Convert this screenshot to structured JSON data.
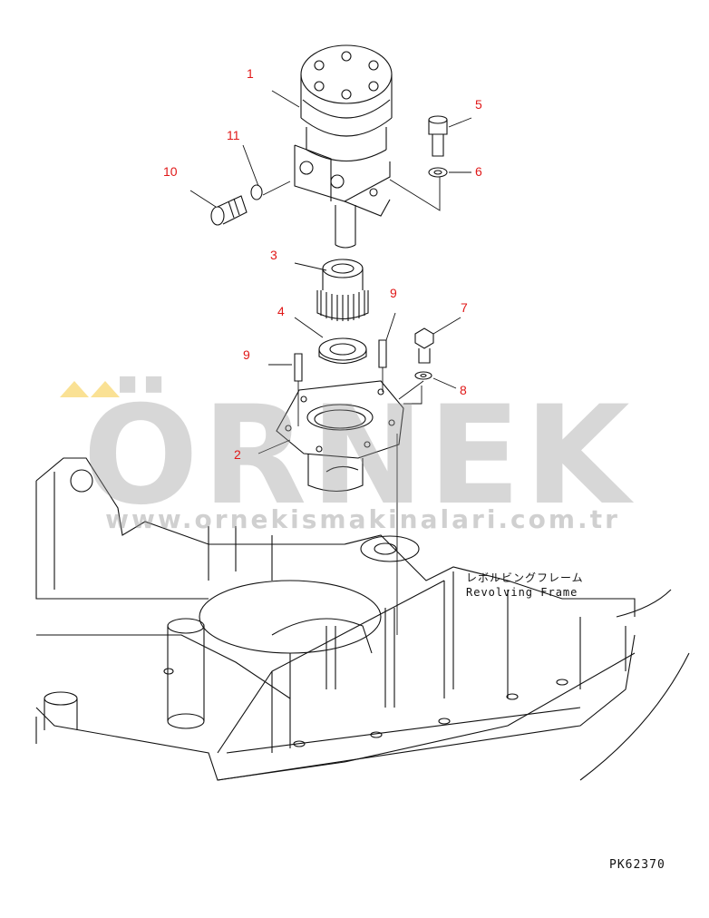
{
  "callouts": [
    {
      "id": "1",
      "text": "1"
    },
    {
      "id": "2",
      "text": "2"
    },
    {
      "id": "3",
      "text": "3"
    },
    {
      "id": "4",
      "text": "4"
    },
    {
      "id": "5",
      "text": "5"
    },
    {
      "id": "6",
      "text": "6"
    },
    {
      "id": "7",
      "text": "7"
    },
    {
      "id": "8",
      "text": "8"
    },
    {
      "id": "9a",
      "text": "9"
    },
    {
      "id": "9b",
      "text": "9"
    },
    {
      "id": "10",
      "text": "10"
    },
    {
      "id": "11",
      "text": "11"
    }
  ],
  "frame_label": {
    "jp": "レボルビングフレーム",
    "en": "Revolving Frame"
  },
  "drawing_number": "PK62370",
  "watermark": {
    "brand": "ÖRNEK",
    "site": "www.ornekismakinalari.com.tr"
  },
  "colors": {
    "callout": "#e01818",
    "line": "#111111",
    "watermark": "#969696",
    "watermark_accent": "#f5c83c"
  }
}
